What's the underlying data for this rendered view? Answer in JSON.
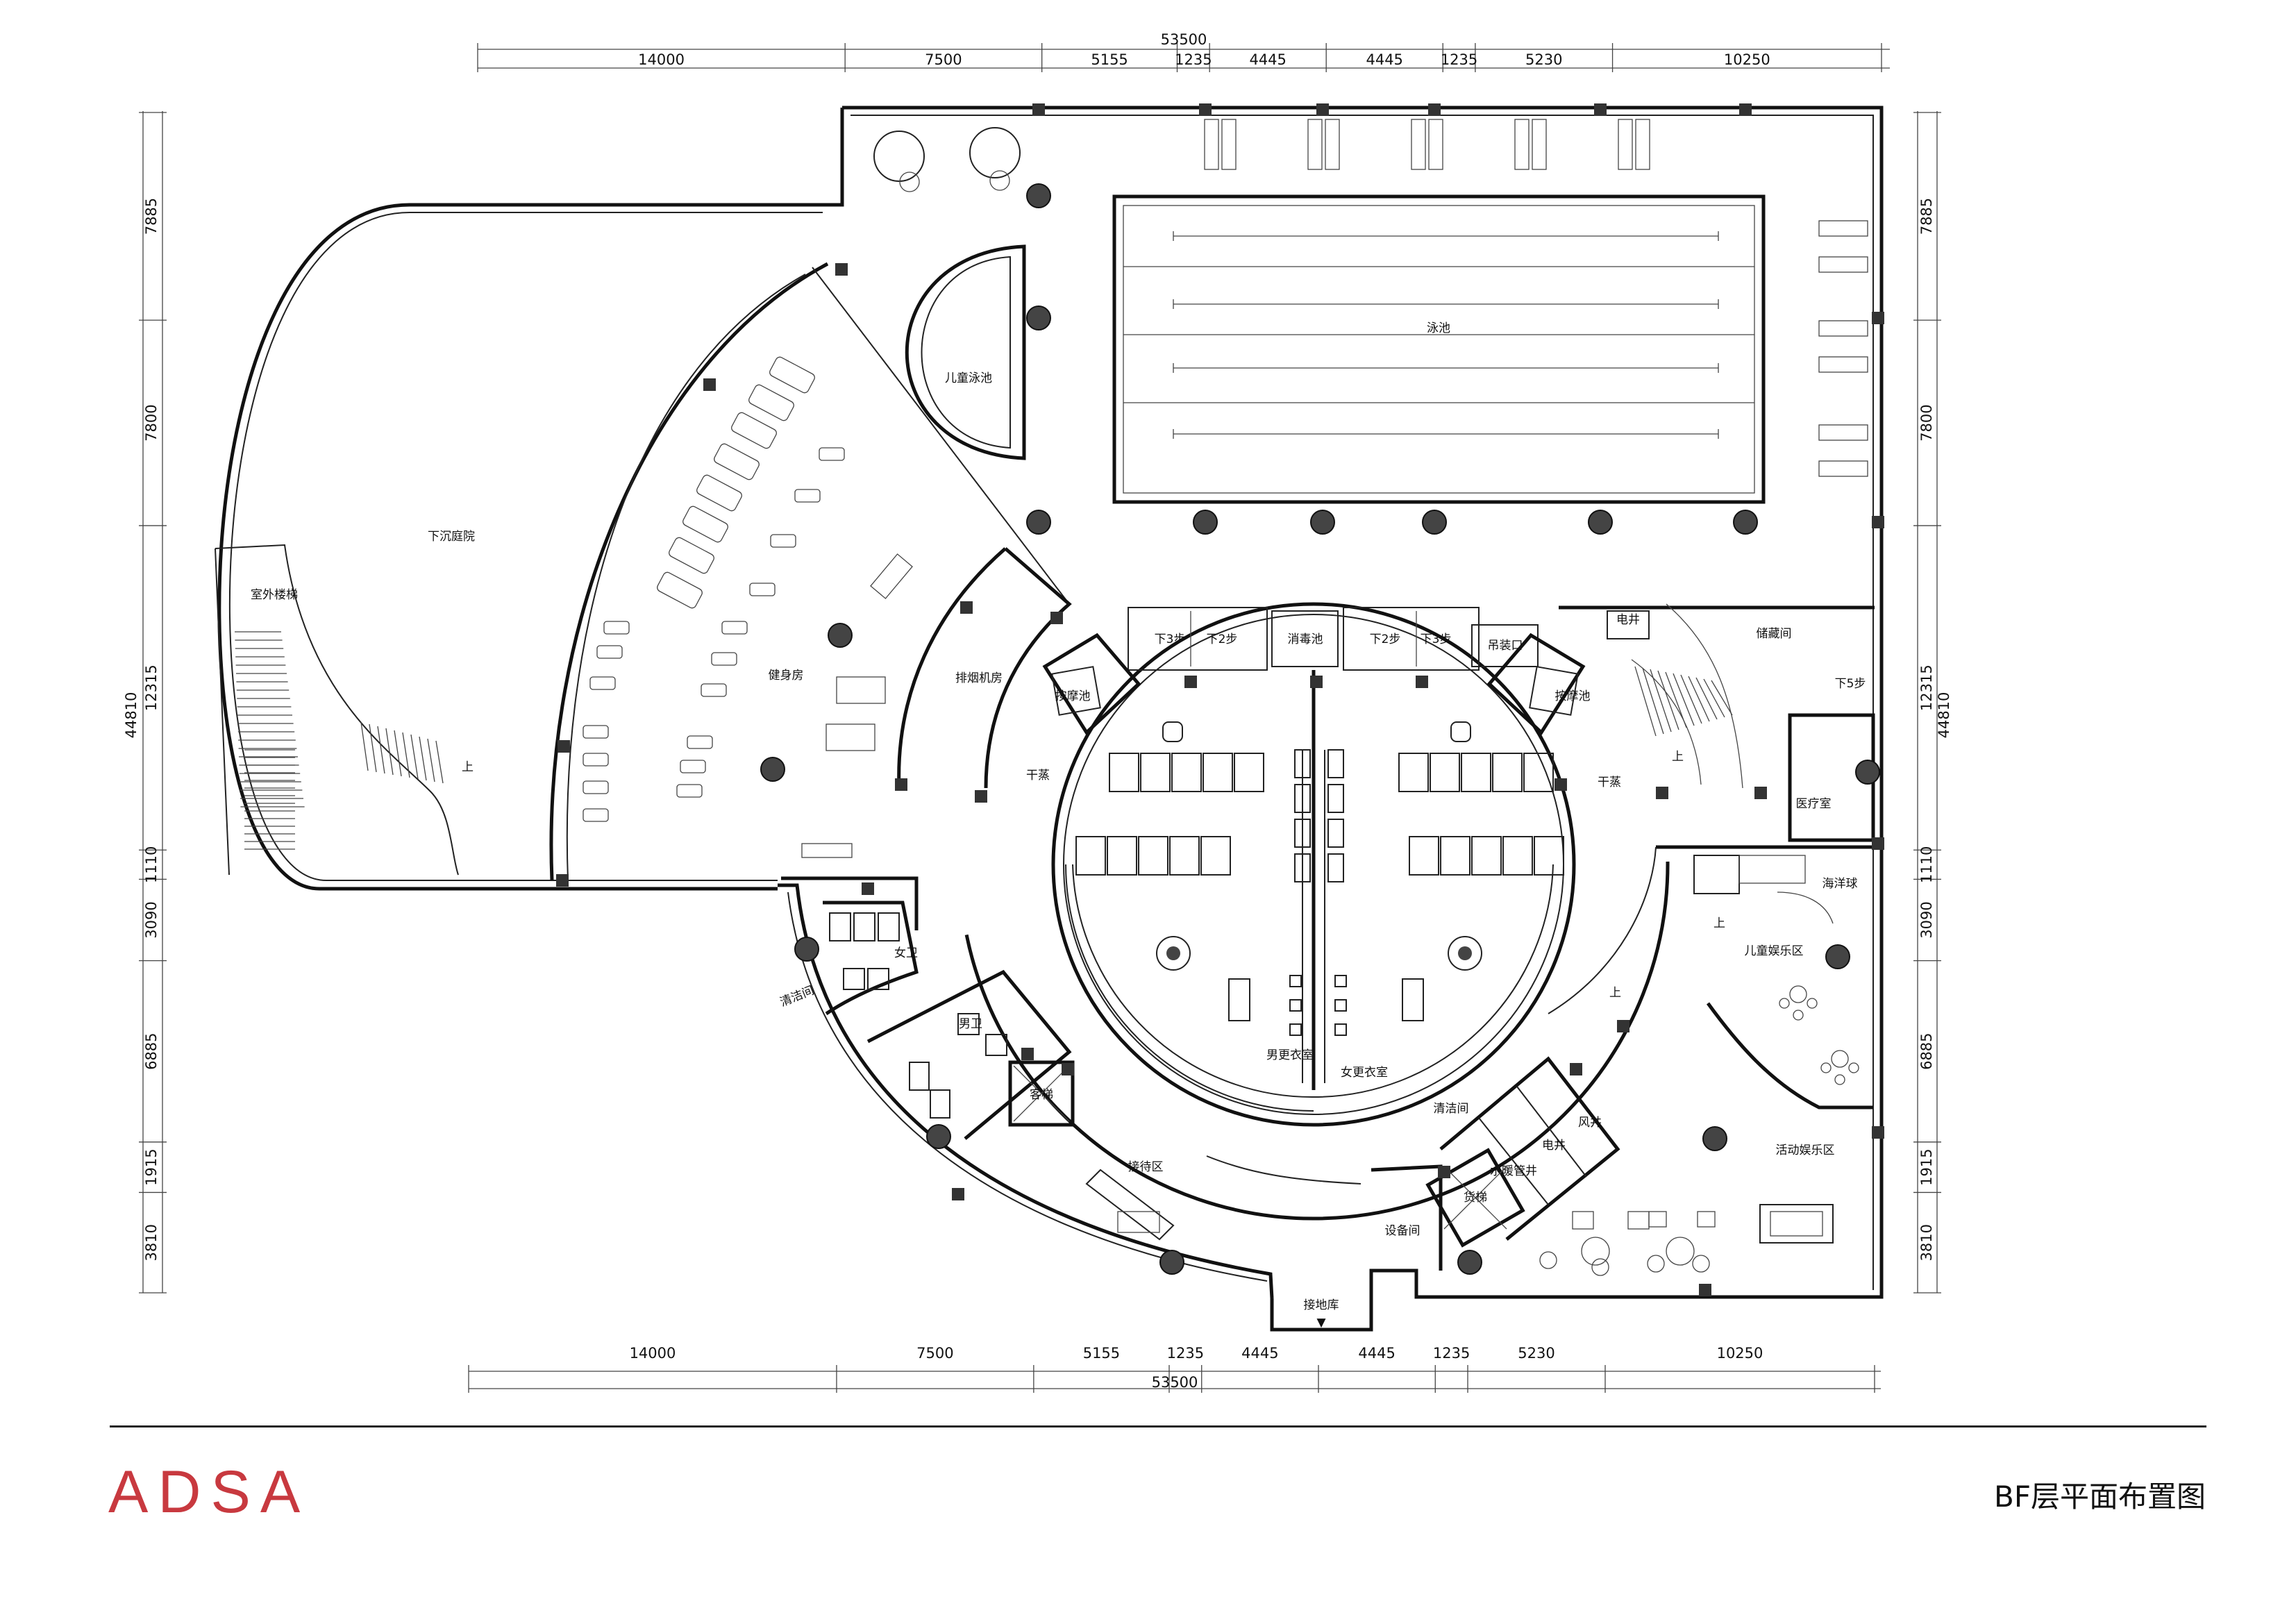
{
  "brand": {
    "logo_text": "ADSA",
    "color": "#c8393f"
  },
  "sheet": {
    "title": "BF层平面布置图"
  },
  "dimensions": {
    "top_total": "53500",
    "top_segments": [
      "14000",
      "7500",
      "5155",
      "1235",
      "4445",
      "4445",
      "1235",
      "5230",
      "10250"
    ],
    "bottom_total": "53500",
    "bottom_segments": [
      "14000",
      "7500",
      "5155",
      "1235",
      "4445",
      "4445",
      "1235",
      "5230",
      "10250"
    ],
    "left_total": "44810",
    "left_segments": [
      "7885",
      "7800",
      "12315",
      "1110",
      "3090",
      "6885",
      "1915",
      "3810"
    ],
    "right_total": "44810",
    "right_segments": [
      "7885",
      "7800",
      "12315",
      "1110",
      "3090",
      "6885",
      "1915",
      "3810"
    ]
  },
  "rooms": {
    "pool": "泳池",
    "kids_pool": "儿童泳池",
    "sunken_courtyard": "下沉庭院",
    "outdoor_stair": "室外楼梯",
    "up_stair_left": "上",
    "gym": "健身房",
    "exhaust_room": "排烟机房",
    "massage_left": "按摩池",
    "dry_sauna_left": "干蒸",
    "step3_left": "下3步",
    "step2_left": "下2步",
    "disinfect_pool": "消毒池",
    "step2_right": "下2步",
    "step3_right": "下3步",
    "hoist_opening": "吊装口",
    "shaft": "电井",
    "storage": "储藏间",
    "step5": "下5步",
    "massage_right": "按摩池",
    "dry_sauna_right": "干蒸",
    "up_stair_right": "上",
    "clinic": "医疗室",
    "ball_pool": "海洋球",
    "kids_play": "儿童娱乐区",
    "up_small_1": "上",
    "up_small_2": "上",
    "janitor_left": "清洁间",
    "womens_wc": "女卫",
    "mens_wc": "男卫",
    "elevator_left": "客梯",
    "mens_locker": "男更衣室",
    "womens_locker": "女更衣室",
    "janitor_right": "清洁间",
    "reception": "接待区",
    "equipment": "设备间",
    "pipe_shaft": "水暖管井",
    "elec_shaft": "电井",
    "air_shaft": "风井",
    "elevator_right": "货梯",
    "activity_area": "活动娱乐区",
    "warehouse": "接地库",
    "down_marker": "▼"
  }
}
